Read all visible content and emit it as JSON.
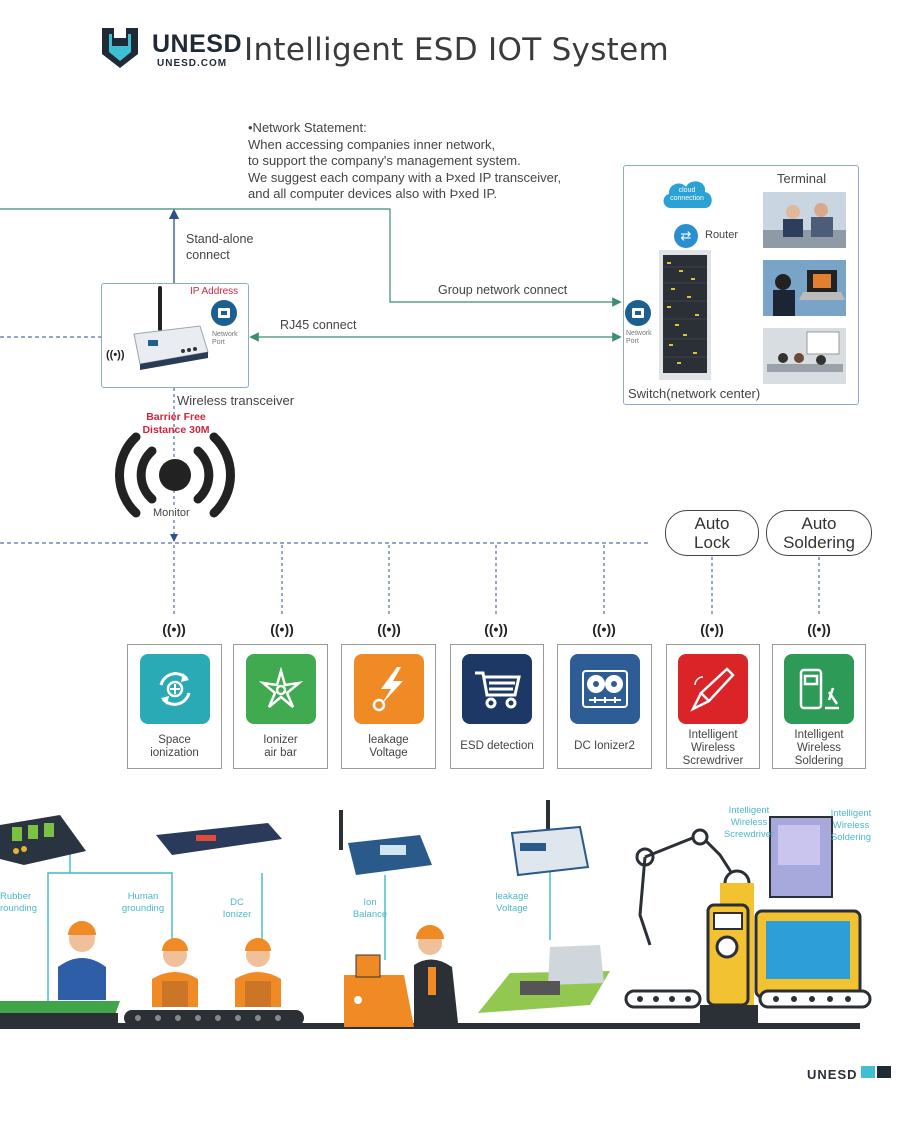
{
  "header": {
    "brand": "UNESD",
    "brand_site": "UNESD.COM",
    "title": "Intelligent ESD IOT System"
  },
  "statement": {
    "lines": [
      "•Network Statement:",
      "When accessing companies inner network,",
      "to support the company's management system.",
      "We suggest each company with a Þxed IP transceiver,",
      "and all computer devices also with Þxed IP."
    ]
  },
  "links": {
    "standalone": [
      "Stand-alone",
      "connect"
    ],
    "group": "Group network connect",
    "rj45": "RJ45 connect"
  },
  "transceiver": {
    "ip_label": "IP Address",
    "port_label": [
      "Network",
      "Port"
    ],
    "caption": "Wireless transceiver",
    "wifi": "((•))"
  },
  "network_center": {
    "terminal": "Terminal",
    "cloud": [
      "cloud",
      "connection"
    ],
    "router": "Router",
    "port_label": [
      "Network",
      "Port"
    ],
    "caption": "Switch(network center)"
  },
  "monitor": {
    "barrier": [
      "Barrier Free",
      "Distance 30M"
    ],
    "label": "Monitor"
  },
  "pills": {
    "auto_lock": [
      "Auto",
      "Lock"
    ],
    "auto_soldering": [
      "Auto",
      "Soldering"
    ]
  },
  "devices": [
    {
      "wifi": "((•))",
      "label": [
        "Space",
        "ionization"
      ],
      "icon": "rotate-ion-icon",
      "color": "#2aaab4"
    },
    {
      "wifi": "((•))",
      "label": [
        "Ionizer",
        "air bar"
      ],
      "icon": "fan-blade-icon",
      "color": "#3faa50"
    },
    {
      "wifi": "((•))",
      "label": [
        "leakage",
        "Voltage"
      ],
      "icon": "lightning-icon",
      "color": "#f08a24"
    },
    {
      "wifi": "((•))",
      "label": [
        "ESD detection"
      ],
      "icon": "cart-icon",
      "color": "#1e3866"
    },
    {
      "wifi": "((•))",
      "label": [
        "DC Ionizer2"
      ],
      "icon": "dual-fan-icon",
      "color": "#2e5d96"
    },
    {
      "wifi": "((•))",
      "label": [
        "Intelligent",
        "Wireless",
        "Screwdriver"
      ],
      "icon": "screwdriver-icon",
      "color": "#da2428"
    },
    {
      "wifi": "((•))",
      "label": [
        "Intelligent",
        "Wireless",
        "Soldering"
      ],
      "icon": "soldering-station-icon",
      "color": "#2e9a57"
    }
  ],
  "scene_labels": {
    "rubber": [
      "Rubber",
      "rounding"
    ],
    "human": [
      "Human",
      "grounding"
    ],
    "dc_ionizer": [
      "DC",
      "Ionizer"
    ],
    "ion_balance": [
      "Ion",
      "Balance"
    ],
    "leakage": [
      "leakage",
      "Voltage"
    ],
    "robot_screwdriver": [
      "Intelligent",
      "Wireless",
      "Screwdriver"
    ],
    "robot_soldering": [
      "Intelligent",
      "Wireless",
      "Soldering"
    ]
  },
  "footer": {
    "brand": "UNESD"
  }
}
